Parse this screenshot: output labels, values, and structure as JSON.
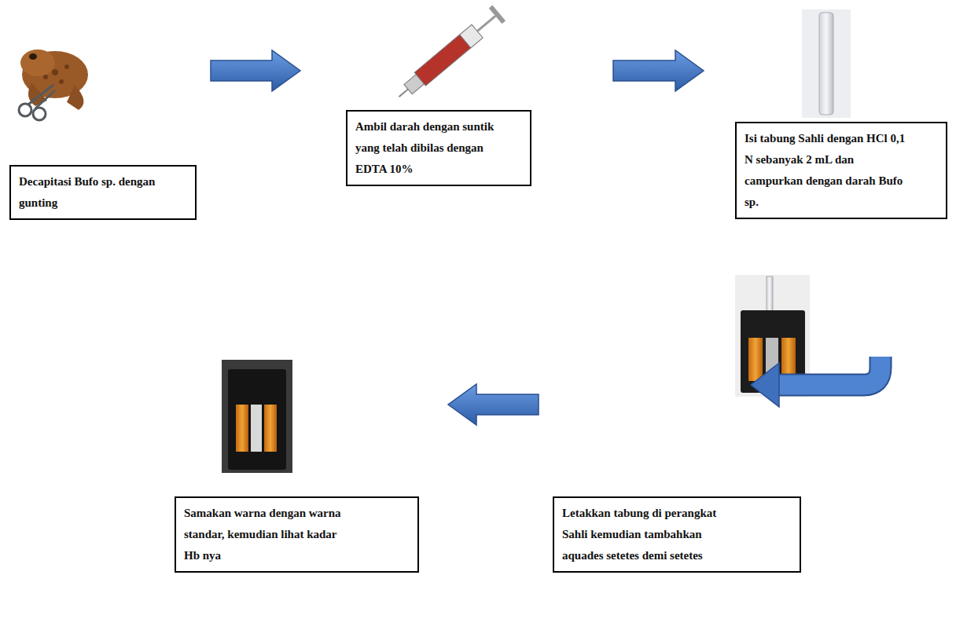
{
  "diagram": {
    "nodes": [
      {
        "text": [
          "Decapitasi Bufo sp. dengan gunting"
        ]
      },
      {
        "text": [
          "Ambil darah dengan suntik yang telah dibilas dengan EDTA 10%"
        ]
      },
      {
        "text": [
          "Isi tabung Sahli dengan HCl 0,1 N sebanyak 2 mL dan campurkan dengan darah Bufo sp."
        ]
      },
      {
        "text": [
          "Letakkan tabung di perangkat Sahli kemudian tambahkan aquades setetes demi setetes"
        ]
      },
      {
        "text": [
          "Samakan warna dengan warna standar, kemudian lihat kadar Hb nya"
        ]
      }
    ],
    "edges": [
      {
        "from": 0,
        "to": 1,
        "arrow": "to"
      },
      {
        "from": 1,
        "to": 2,
        "arrow": "to"
      },
      {
        "from": 2,
        "to": 3,
        "arrow": "to"
      },
      {
        "from": 3,
        "to": 4,
        "arrow": "to"
      }
    ]
  }
}
